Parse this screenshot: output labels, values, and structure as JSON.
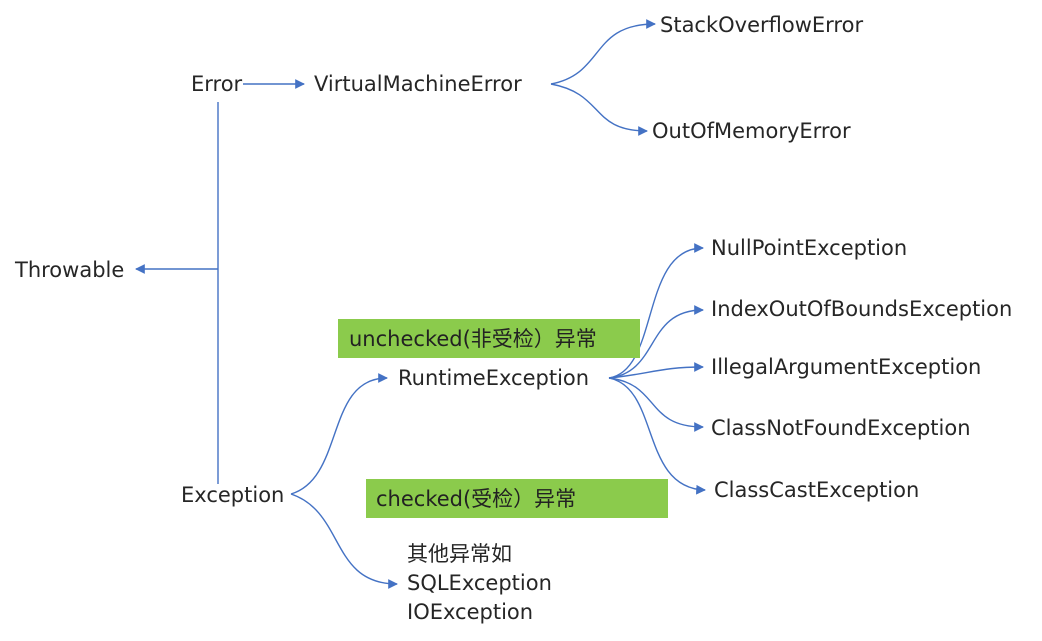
{
  "diagram": {
    "nodes": {
      "throwable": "Throwable",
      "error": "Error",
      "virtual_machine_error": "VirtualMachineError",
      "stack_overflow_error": "StackOverflowError",
      "out_of_memory_error": "OutOfMemoryError",
      "exception": "Exception",
      "runtime_exception": "RuntimeException",
      "null_point_exception": "NullPointException",
      "index_out_of_bounds_exception": "IndexOutOfBoundsException",
      "illegal_argument_exception": "IllegalArgumentException",
      "class_not_found_exception": "ClassNotFoundException",
      "class_cast_exception": "ClassCastException",
      "other_exceptions_line1": "其他异常如",
      "other_exceptions_line2": "SQLException",
      "other_exceptions_line3": "IOException"
    },
    "tags": {
      "unchecked": "unchecked(非受检）异常",
      "checked": "checked(受检）异常"
    },
    "colors": {
      "connector": "#4472C4",
      "tag_background": "#8BCB4C"
    }
  }
}
